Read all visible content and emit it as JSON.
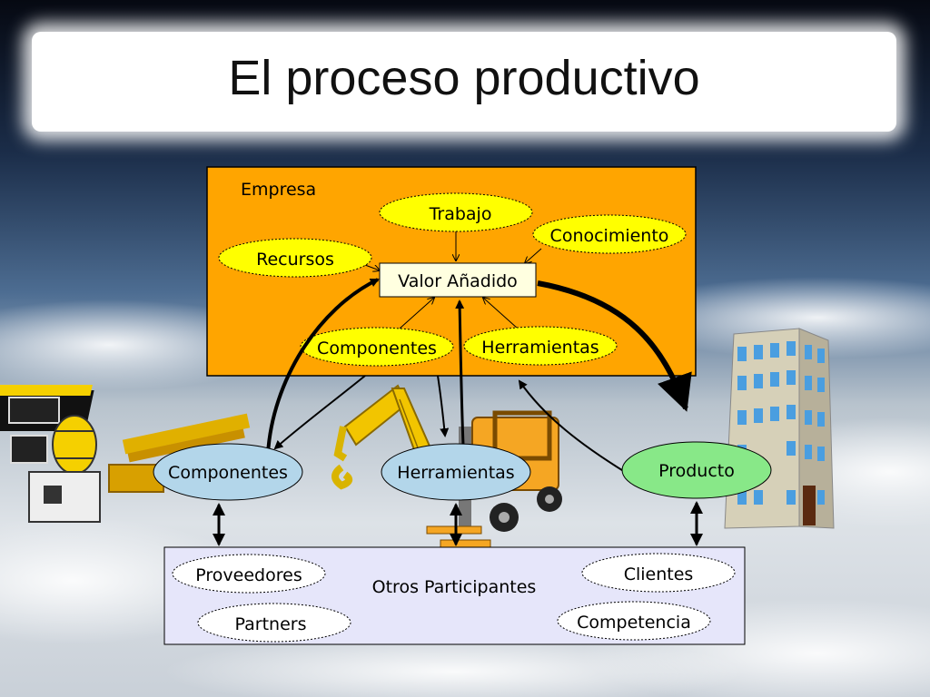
{
  "title": "El proceso productivo",
  "colors": {
    "empresa_fill": "#FFA500",
    "ellipse_yellow": "#FFFF00",
    "ellipse_blue": "#B3D6EA",
    "ellipse_green": "#88E888",
    "participants_fill": "#E6E6FA",
    "arrow": "#000000"
  },
  "empresa": {
    "label": "Empresa",
    "center": "Valor Añadido",
    "inputs": [
      "Trabajo",
      "Recursos",
      "Conocimiento",
      "Componentes",
      "Herramientas"
    ]
  },
  "flow": {
    "componentes": "Componentes",
    "herramientas": "Herramientas",
    "producto": "Producto"
  },
  "participants": {
    "label": "Otros Participantes",
    "items": [
      "Proveedores",
      "Partners",
      "Clientes",
      "Competencia"
    ]
  },
  "icons": [
    "materials-pile-icon",
    "crane-icon",
    "forklift-icon",
    "office-building-icon"
  ]
}
